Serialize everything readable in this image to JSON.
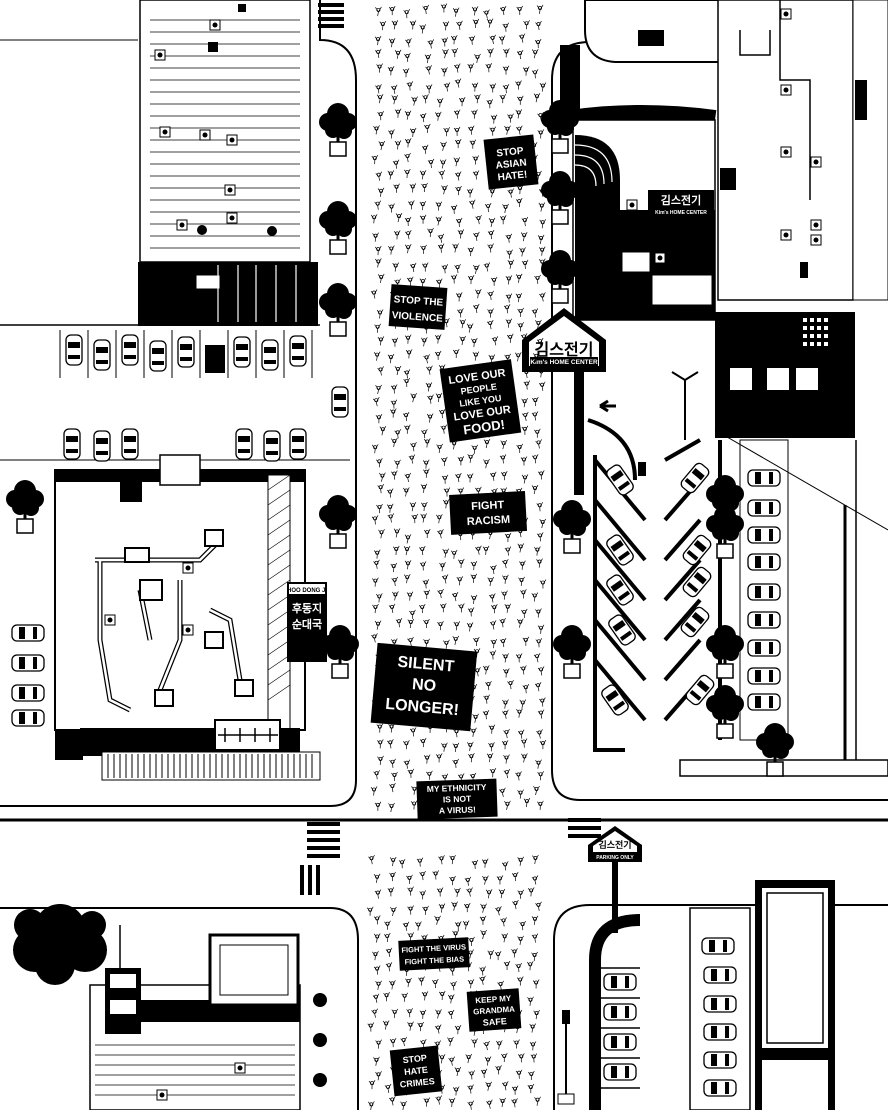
{
  "colors": {
    "ink": "#000000",
    "paper": "#ffffff",
    "roof_gray": "#e8e8e8"
  },
  "protest_signs": [
    "STOP",
    "ASIAN",
    "HATE!",
    "STOP THE",
    "VIOLENCE",
    "LOVE OUR",
    "PEOPLE",
    "LIKE YOU",
    "LOVE OUR",
    "FOOD!",
    "FIGHT",
    "RACISM",
    "SILENT",
    "NO",
    "LONGER!",
    "MY ETHNICITY",
    "IS NOT",
    "A VIRUS!",
    "FIGHT THE VIRUS",
    "FIGHT THE BIAS",
    "KEEP MY",
    "GRANDMA",
    "SAFE",
    "STOP",
    "HATE",
    "CRIMES"
  ],
  "store": {
    "korean_name": "김스전기",
    "english_name": "Kim's HOME CENTER",
    "parking_label": "PARKING ONLY"
  },
  "restaurant": {
    "name": "HOO DONG JI",
    "korean_name": "후동지",
    "menu": "순대국"
  },
  "icons": [
    "tree-icon",
    "car-icon",
    "arrow-left-icon",
    "street-lamp-icon",
    "crowd-figure-icon"
  ]
}
